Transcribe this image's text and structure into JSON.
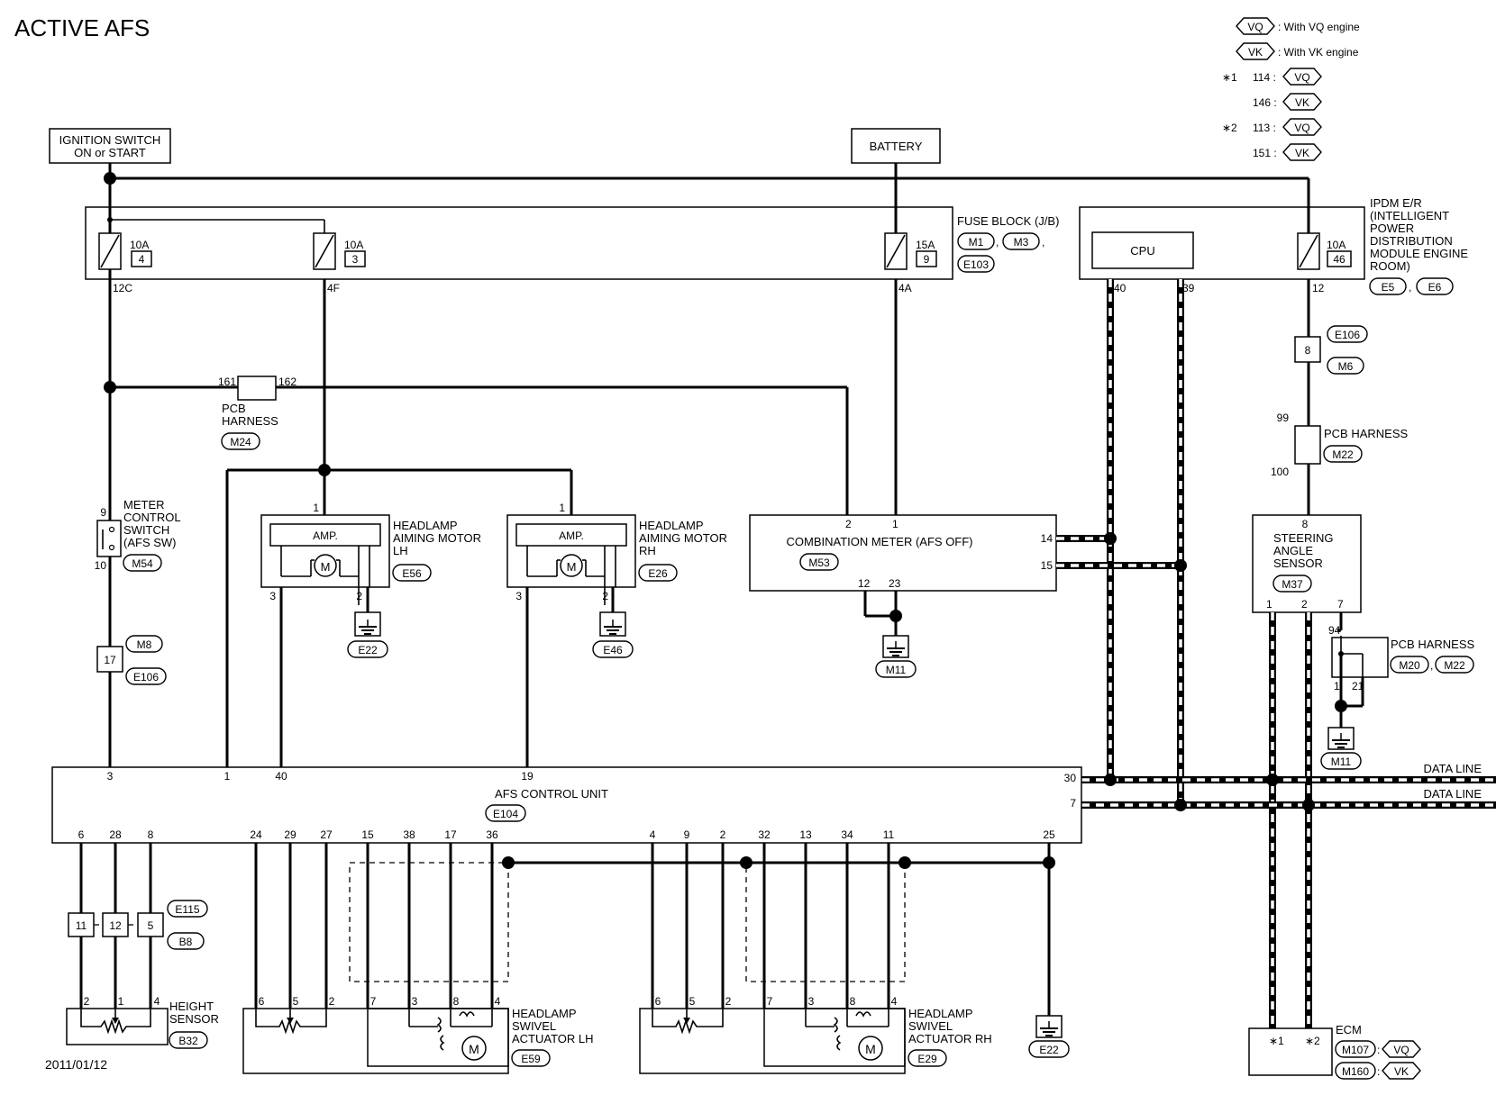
{
  "title": "ACTIVE AFS",
  "date": "2011/01/12",
  "legend": {
    "vq": "VQ",
    "vq_text": ": With VQ engine",
    "vk": "VK",
    "vk_text": ": With VK engine",
    "n1": "∗1",
    "n1_a": "114 :",
    "n1_b": "146 :",
    "n2": "∗2",
    "n2_a": "113 :",
    "n2_b": "151 :"
  },
  "sources": {
    "ign_1": "IGNITION SWITCH",
    "ign_2": "ON or START",
    "battery": "BATTERY"
  },
  "fuse_block": {
    "label": "FUSE BLOCK (J/B)",
    "c1": "M1",
    "c2": "M3",
    "c3": "E103",
    "f1_amp": "10A",
    "f1_num": "4",
    "f1_out": "12C",
    "f2_amp": "10A",
    "f2_num": "3",
    "f2_out": "4F",
    "f3_amp": "15A",
    "f3_num": "9",
    "f3_out": "4A"
  },
  "ipdm": {
    "l1": "IPDM E/R",
    "l2": "(INTELLIGENT",
    "l3": "POWER",
    "l4": "DISTRIBUTION",
    "l5": "MODULE ENGINE",
    "l6": "ROOM)",
    "c1": "E5",
    "c2": "E6",
    "cpu": "CPU",
    "p40": "40",
    "p39": "39",
    "f_amp": "10A",
    "f_num": "46",
    "f_out": "12"
  },
  "e106_right": {
    "c1": "E106",
    "c2": "M6",
    "pin": "8"
  },
  "pcb_m22": {
    "label": "PCB HARNESS",
    "conn": "M22",
    "p_top": "99",
    "p_bot": "100"
  },
  "pcb_m24": {
    "l1": "PCB",
    "l2": "HARNESS",
    "conn": "M24",
    "p1": "161",
    "p2": "162"
  },
  "meter_sw": {
    "l1": "METER",
    "l2": "CONTROL",
    "l3": "SWITCH",
    "l4": "(AFS SW)",
    "conn": "M54",
    "p_top": "9",
    "p_bot": "10"
  },
  "e106_left": {
    "c1": "M8",
    "c2": "E106",
    "pin": "17"
  },
  "aim_lh": {
    "amp": "AMP.",
    "motor": "M",
    "l1": "HEADLAMP",
    "l2": "AIMING MOTOR",
    "l3": "LH",
    "conn": "E56",
    "p1": "1",
    "p2": "2",
    "p3": "3",
    "gnd": "E22"
  },
  "aim_rh": {
    "amp": "AMP.",
    "motor": "M",
    "l1": "HEADLAMP",
    "l2": "AIMING MOTOR",
    "l3": "RH",
    "conn": "E26",
    "p1": "1",
    "p2": "2",
    "p3": "3",
    "gnd": "E46"
  },
  "comb_meter": {
    "label": "COMBINATION METER (AFS OFF)",
    "conn": "M53",
    "p1": "1",
    "p2": "2",
    "p12": "12",
    "p23": "23",
    "p14": "14",
    "p15": "15",
    "gnd": "M11"
  },
  "steering": {
    "l1": "STEERING",
    "l2": "ANGLE",
    "l3": "SENSOR",
    "conn": "M37",
    "p8": "8",
    "p1": "1",
    "p2": "2",
    "p7": "7"
  },
  "pcb_m20": {
    "label": "PCB HARNESS",
    "c1": "M20",
    "c2": "M22",
    "p94": "94",
    "p1": "1",
    "p21": "21",
    "gnd": "M11"
  },
  "afs_unit": {
    "label": "AFS CONTROL UNIT",
    "conn": "E104",
    "top_pins": [
      "3",
      "1",
      "40",
      "19"
    ],
    "p30": "30",
    "p7": "7",
    "bottom_pins": [
      "6",
      "28",
      "8",
      "24",
      "29",
      "27",
      "15",
      "38",
      "17",
      "36",
      "4",
      "9",
      "2",
      "32",
      "13",
      "34",
      "11",
      "25"
    ]
  },
  "data_line_1": "DATA LINE",
  "data_line_2": "DATA LINE",
  "b8_conn": {
    "c1": "E115",
    "c2": "B8",
    "pins": [
      "11",
      "12",
      "5"
    ]
  },
  "height_sensor": {
    "l1": "HEIGHT",
    "l2": "SENSOR",
    "conn": "B32",
    "p2": "2",
    "p1": "1",
    "p4": "4"
  },
  "swivel_lh": {
    "l1": "HEADLAMP",
    "l2": "SWIVEL",
    "l3": "ACTUATOR LH",
    "conn": "E59",
    "motor": "M",
    "pins": [
      "6",
      "5",
      "2",
      "7",
      "3",
      "8",
      "4"
    ]
  },
  "swivel_rh": {
    "l1": "HEADLAMP",
    "l2": "SWIVEL",
    "l3": "ACTUATOR RH",
    "conn": "E29",
    "motor": "M",
    "pins": [
      "6",
      "5",
      "2",
      "7",
      "3",
      "8",
      "4"
    ]
  },
  "gnd_e22": "E22",
  "ecm": {
    "label": "ECM",
    "c1": "M107",
    "c1v": "VQ",
    "c2": "M160",
    "c2v": "VK",
    "p1": "∗1",
    "p2": "∗2"
  }
}
